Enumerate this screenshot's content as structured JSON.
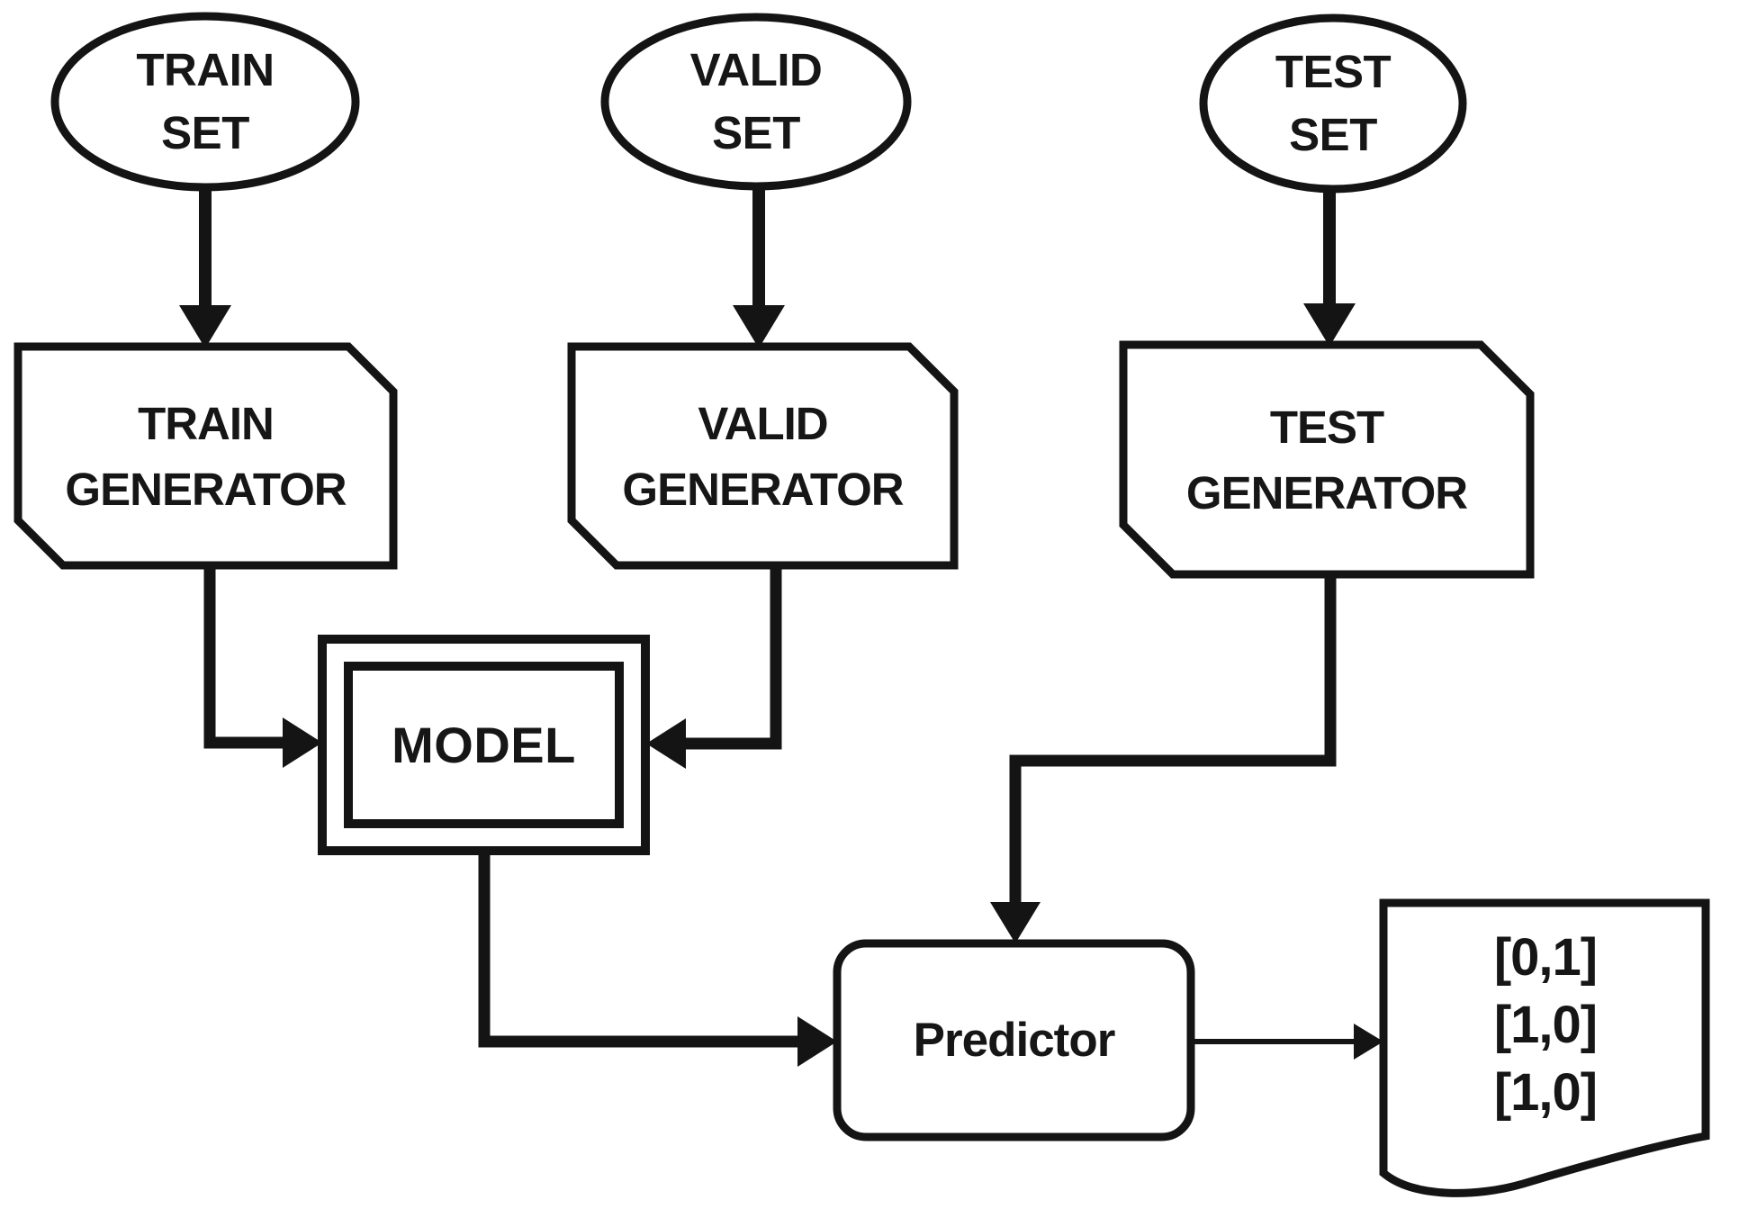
{
  "figure": {
    "background": "#ffffff",
    "ink": "#141414",
    "text_color": "#161616"
  },
  "nodes": {
    "train_set": {
      "shape": "ellipse",
      "lines": [
        "TRAIN",
        "SET"
      ]
    },
    "valid_set": {
      "shape": "ellipse",
      "lines": [
        "VALID",
        "SET"
      ]
    },
    "test_set": {
      "shape": "ellipse",
      "lines": [
        "TEST",
        "SET"
      ]
    },
    "train_generator": {
      "shape": "clipped-card",
      "lines": [
        "TRAIN",
        "GENERATOR"
      ]
    },
    "valid_generator": {
      "shape": "clipped-card",
      "lines": [
        "VALID",
        "GENERATOR"
      ]
    },
    "test_generator": {
      "shape": "clipped-card",
      "lines": [
        "TEST",
        "GENERATOR"
      ]
    },
    "model": {
      "shape": "double-rect",
      "lines": [
        "MODEL"
      ]
    },
    "predictor": {
      "shape": "rounded-rect",
      "lines": [
        "Predictor"
      ]
    },
    "output_document": {
      "shape": "document",
      "lines": [
        "[0,1]",
        "[1,0]",
        "[1,0]"
      ]
    }
  },
  "edges": [
    {
      "from": "train_set",
      "to": "train_generator"
    },
    {
      "from": "valid_set",
      "to": "valid_generator"
    },
    {
      "from": "test_set",
      "to": "test_generator"
    },
    {
      "from": "train_generator",
      "to": "model"
    },
    {
      "from": "valid_generator",
      "to": "model"
    },
    {
      "from": "model",
      "to": "predictor"
    },
    {
      "from": "test_generator",
      "to": "predictor"
    },
    {
      "from": "predictor",
      "to": "output_document"
    }
  ]
}
